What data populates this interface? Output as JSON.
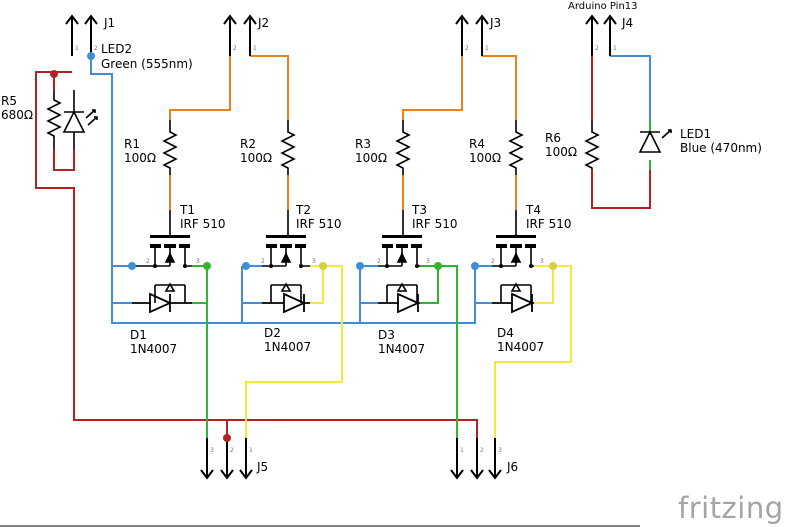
{
  "connectors": {
    "j1": "J1",
    "j2": "J2",
    "j3": "J3",
    "j4": "J4",
    "j4_note": "Arduino Pin13",
    "j5": "J5",
    "j6": "J6"
  },
  "leds": {
    "led2_ref": "LED2",
    "led2_value": "Green (555nm)",
    "led1_ref": "LED1",
    "led1_value": "Blue (470nm)"
  },
  "resistors": {
    "r1": "R1",
    "r1_value": "100Ω",
    "r2": "R2",
    "r2_value": "100Ω",
    "r3": "R3",
    "r3_value": "100Ω",
    "r4": "R4",
    "r4_value": "100Ω",
    "r5": "R5",
    "r5_value": "680Ω",
    "r6": "R6",
    "r6_value": "100Ω"
  },
  "transistors": {
    "t1": "T1",
    "t1_value": "IRF 510",
    "t2": "T2",
    "t2_value": "IRF 510",
    "t3": "T3",
    "t3_value": "IRF 510",
    "t4": "T4",
    "t4_value": "IRF 510"
  },
  "diodes": {
    "d1": "D1",
    "d1_value": "1N4007",
    "d2": "D2",
    "d2_value": "1N4007",
    "d3": "D3",
    "d3_value": "1N4007",
    "d4": "D4",
    "d4_value": "1N4007"
  },
  "pins": {
    "p1": "1",
    "p2": "2",
    "p3": "3"
  },
  "branding": {
    "logo": "fritzing"
  },
  "colors": {
    "wire_red": "#b22222",
    "wire_blue": "#418dd9",
    "wire_green": "#2fb52f",
    "wire_orange": "#e8821e",
    "wire_yellow": "#f2e93a",
    "component": "#000000"
  }
}
